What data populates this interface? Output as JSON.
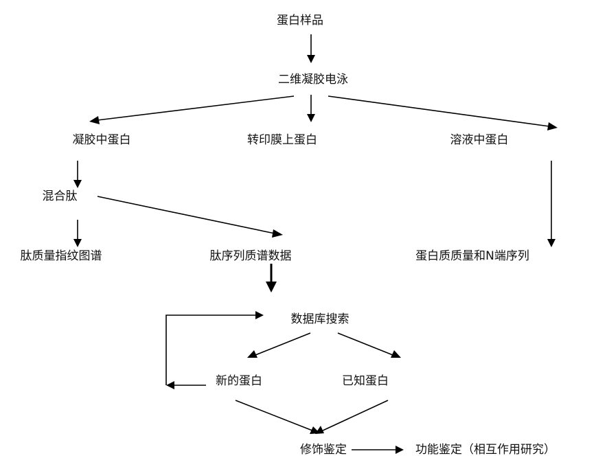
{
  "diagram": {
    "nodes": {
      "sample": "蛋白样品",
      "gel_2d": "二维凝胶电泳",
      "gel_protein": "凝胶中蛋白",
      "blot_protein": "转印膜上蛋白",
      "solution_protein": "溶液中蛋白",
      "mixed_peptides": "混合肽",
      "pmf": "肽质量指纹图谱",
      "peptide_seq_ms": "肽序列质谱数据",
      "mass_nterm": "蛋白质质量和N端序列",
      "db_search": "数据库搜索",
      "new_protein": "新的蛋白",
      "known_protein": "已知蛋白",
      "modification": "修饰鉴定",
      "function": "功能鉴定（相互作用研究）"
    },
    "edges": [
      [
        "sample",
        "gel_2d"
      ],
      [
        "gel_2d",
        "gel_protein"
      ],
      [
        "gel_2d",
        "blot_protein"
      ],
      [
        "gel_2d",
        "solution_protein"
      ],
      [
        "gel_protein",
        "mixed_peptides"
      ],
      [
        "mixed_peptides",
        "pmf"
      ],
      [
        "mixed_peptides",
        "peptide_seq_ms"
      ],
      [
        "solution_protein",
        "mass_nterm"
      ],
      [
        "peptide_seq_ms",
        "db_search"
      ],
      [
        "db_search",
        "new_protein"
      ],
      [
        "db_search",
        "known_protein"
      ],
      [
        "new_protein",
        "db_search"
      ],
      [
        "new_protein",
        "modification"
      ],
      [
        "known_protein",
        "modification"
      ],
      [
        "modification",
        "function"
      ]
    ]
  }
}
